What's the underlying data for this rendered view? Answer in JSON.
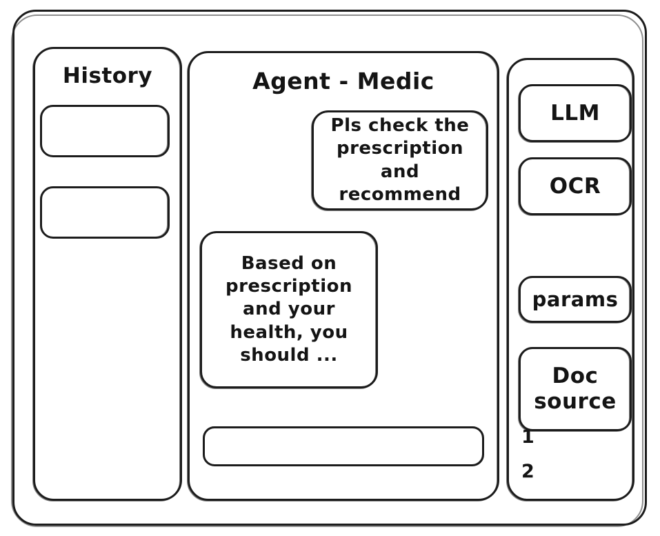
{
  "app": {
    "frame_label": "app-window",
    "stroke_color": "#1c1c1c",
    "background_color": "#ffffff"
  },
  "sidebar": {
    "title": "History",
    "items": [
      {
        "label": ""
      },
      {
        "label": ""
      }
    ]
  },
  "conversation": {
    "title": "Agent - Medic",
    "messages": [
      {
        "role": "user",
        "text": "Pls check the\nprescription\nand recommend"
      },
      {
        "role": "assistant",
        "text": "Based on\nprescription\nand your\nhealth, you\nshould ..."
      }
    ],
    "composer": {
      "value": "",
      "placeholder": ""
    }
  },
  "tools": {
    "buttons": [
      {
        "label": "LLM",
        "name": "llm"
      },
      {
        "label": "OCR",
        "name": "ocr"
      },
      {
        "label": "params",
        "name": "params"
      },
      {
        "label": "Doc\nsource",
        "name": "doc-source"
      }
    ],
    "doc_refs": [
      {
        "label": "1"
      },
      {
        "label": "2"
      }
    ]
  }
}
